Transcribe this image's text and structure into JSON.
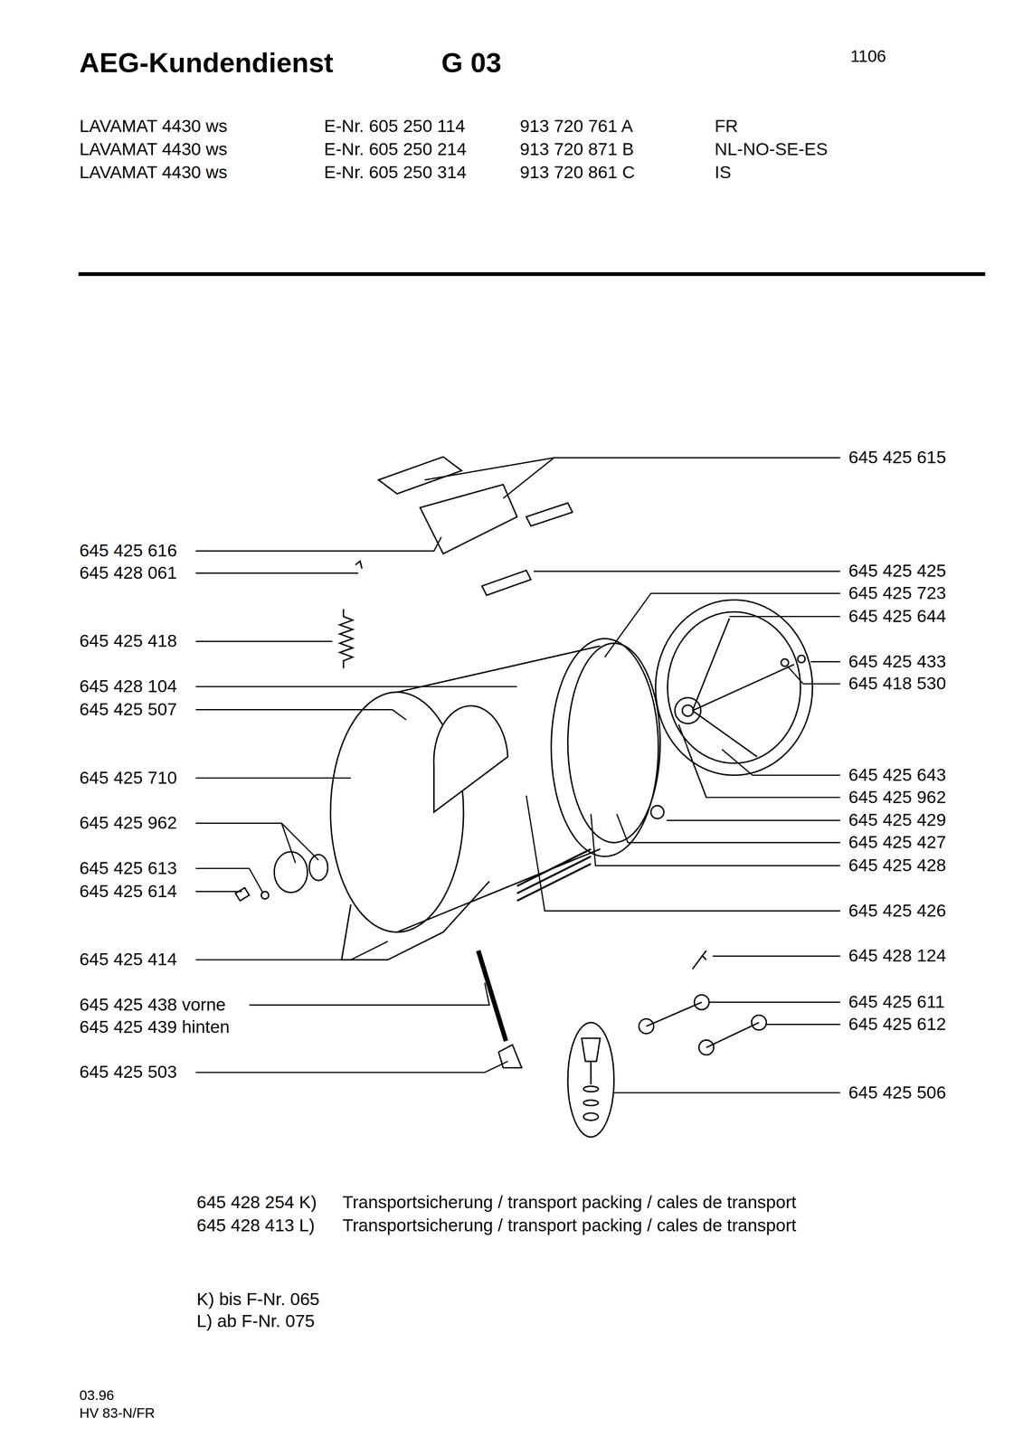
{
  "diagram": {
    "title": "AEG-Kundendienst",
    "labels": [
      "G 03",
      "1106",
      "LAVAMAT 4430 ws",
      "E-Nr. 605 250 114",
      "913 720 761 A",
      "FR",
      "LAVAMAT 4430 ws",
      "E-Nr. 605 250 214",
      "913 720 871 B",
      "NL-NO-SE-ES",
      "LAVAMAT 4430 ws",
      "E-Nr. 605 250 314",
      "913 720 861 C",
      "IS",
      "645 425 615",
      "645 425 425",
      "645 425 723",
      "645 425 644",
      "645 425 433",
      "645 418 530",
      "645 425 643",
      "645 425 962",
      "645 425 429",
      "645 425 427",
      "645 425 428",
      "645 425 426",
      "645 428 124",
      "645 425 611",
      "645 425 612",
      "645 425 506",
      "645 425 616",
      "645 428 061",
      "645 425 418",
      "645 428 104",
      "645 425 507",
      "645 425 710",
      "645 425 962",
      "645 425 613",
      "645 425 614",
      "645 425 414",
      "645 425 438 vorne",
      "645 425 439 hinten",
      "645 425 503",
      "645 428 254 K)",
      "Transportsicherung / transport packing / cales de transport",
      "645 428 413 L)",
      "Transportsicherung / transport packing / cales de transport",
      "K) bis F-Nr. 065",
      "L) ab F-Nr. 075",
      "03.96",
      "HV 83-N/FR"
    ]
  }
}
